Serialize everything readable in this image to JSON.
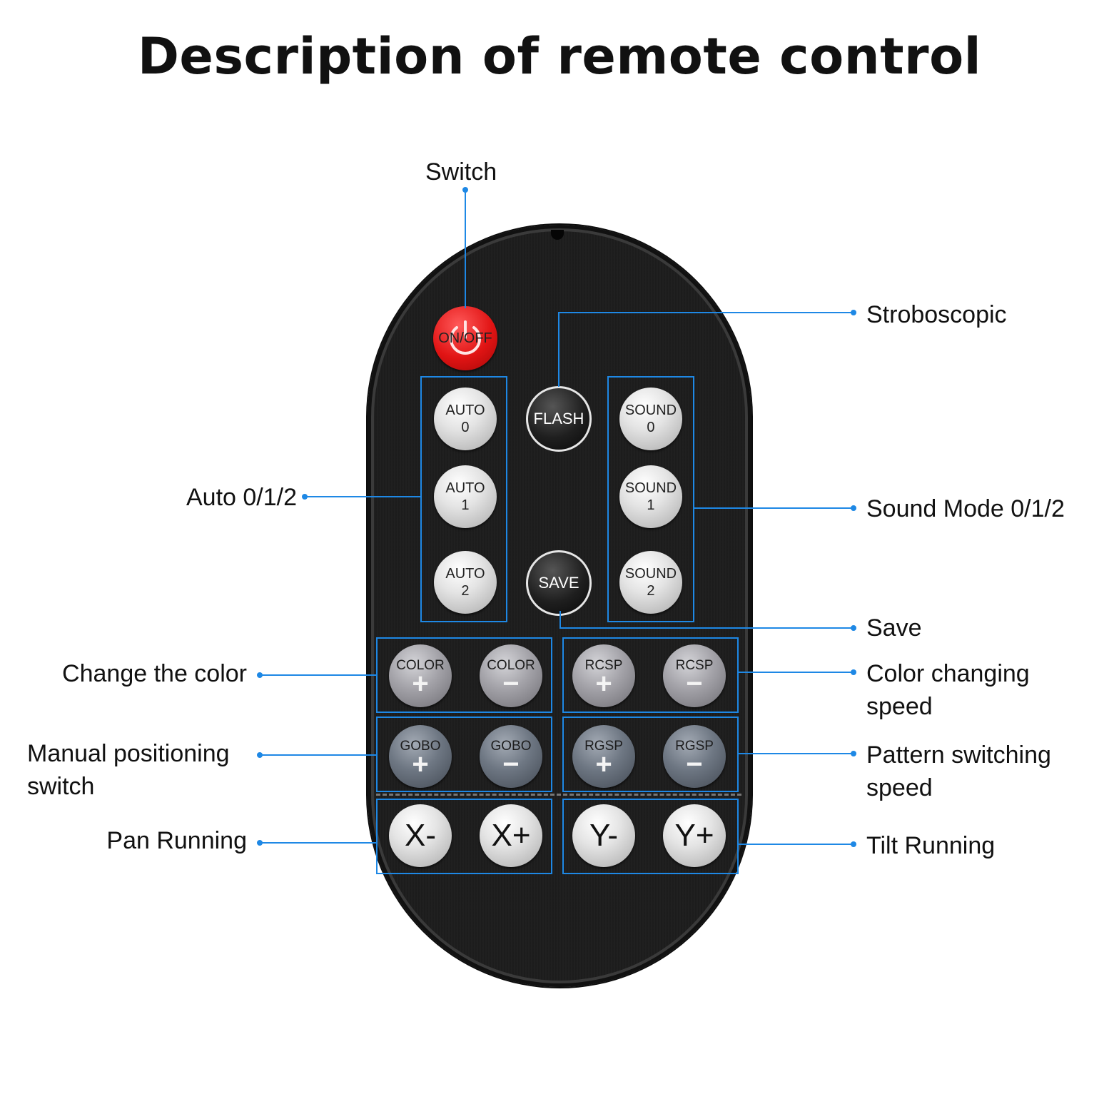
{
  "title": "Description of remote control",
  "accent_color": "#1e88e5",
  "callouts": {
    "switch": "Switch",
    "stroboscopic": "Stroboscopic",
    "auto": "Auto 0/1/2",
    "sound_mode": "Sound Mode 0/1/2",
    "save": "Save",
    "change_color": "Change the color",
    "color_speed": "Color changing\nspeed",
    "manual_positioning": "Manual positioning\nswitch",
    "pattern_speed": "Pattern switching\nspeed",
    "pan": "Pan Running",
    "tilt": "Tilt Running"
  },
  "buttons": {
    "power": "ON/OFF",
    "flash": "FLASH",
    "save": "SAVE",
    "auto0": "AUTO\n0",
    "auto1": "AUTO\n1",
    "auto2": "AUTO\n2",
    "sound0": "SOUND\n0",
    "sound1": "SOUND\n1",
    "sound2": "SOUND\n2",
    "color": "COLOR",
    "rcsp": "RCSP",
    "gobo": "GOBO",
    "rgsp": "RGSP",
    "plus": "+",
    "minus": "−",
    "x_minus": "X-",
    "x_plus": "X+",
    "y_minus": "Y-",
    "y_plus": "Y+"
  }
}
